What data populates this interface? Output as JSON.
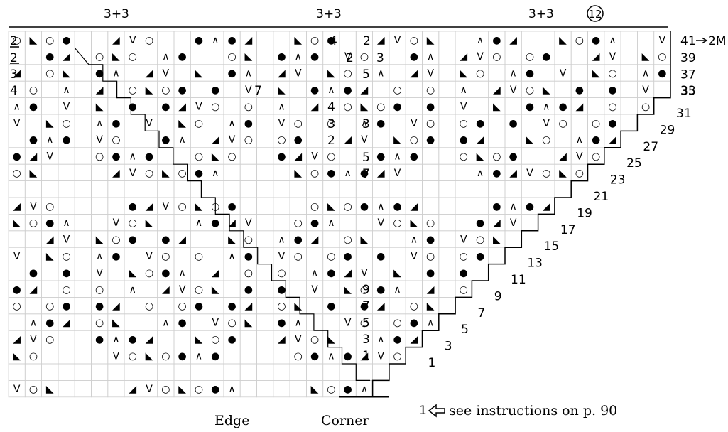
{
  "header": {
    "repeat_labels": [
      "3+3",
      "3+3",
      "3+3"
    ],
    "circled_number": "12"
  },
  "rows": {
    "top_label": "41",
    "top_suffix": "2M",
    "right_labels": [
      "39",
      "37",
      "35",
      "33",
      "31",
      "29",
      "27",
      "25",
      "23",
      "21",
      "19",
      "17",
      "15",
      "13",
      "11",
      "9",
      "7",
      "5",
      "3",
      "1"
    ]
  },
  "cells": {
    "left_row_numbers": [
      "2",
      "2",
      "3",
      "4"
    ],
    "center_numbers": [
      "4",
      "2",
      "2",
      "3",
      "5",
      "7",
      "3",
      "4",
      "3",
      "2",
      "5",
      "7",
      "9",
      "7",
      "5",
      "3",
      "1"
    ]
  },
  "note": {
    "prefix": "1",
    "text": "see instructions on p. 90"
  },
  "footer": {
    "edge_label": "Edge",
    "corner_label": "Corner"
  },
  "colors": {
    "ink": "#000000",
    "grid": "#cfcfcf",
    "background": "#ffffff"
  }
}
